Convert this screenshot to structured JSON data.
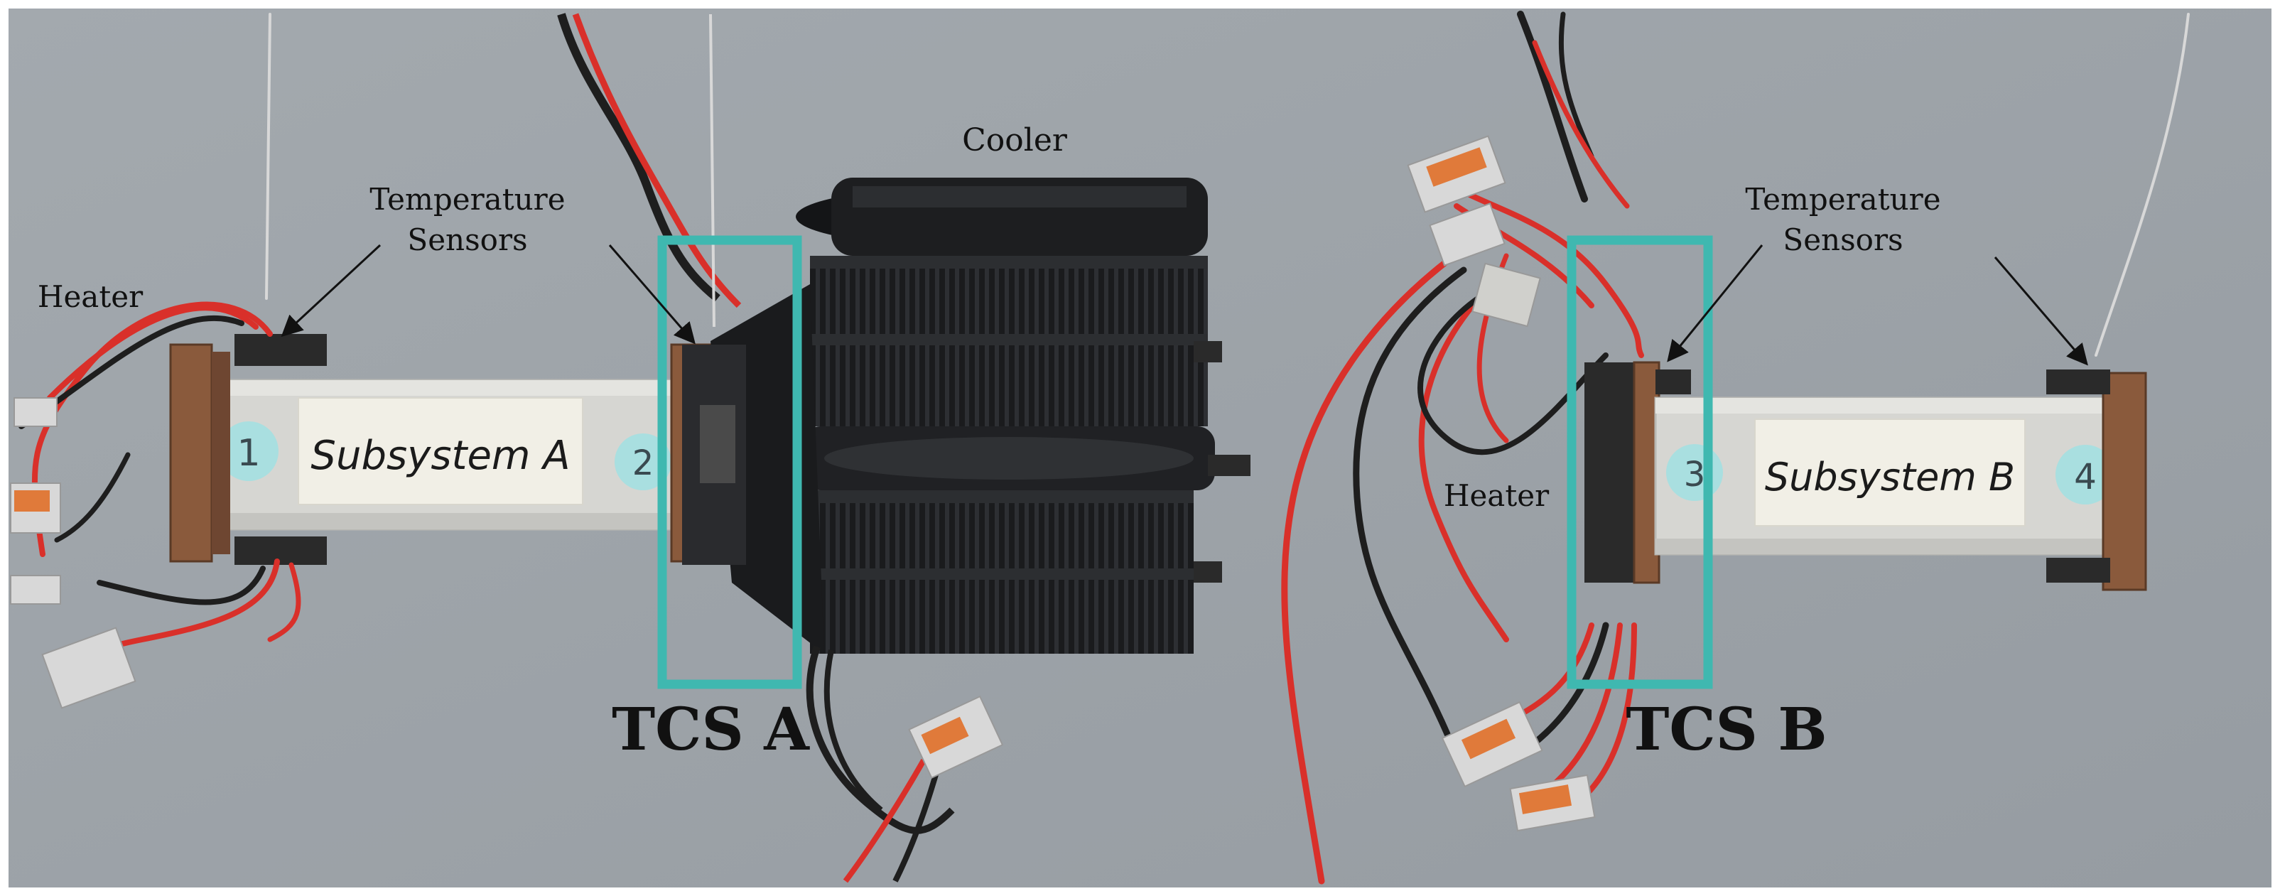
{
  "labels": {
    "heater_left": "Heater",
    "sensors_left_1": "Temperature",
    "sensors_left_2": "Sensors",
    "cooler": "Cooler",
    "sensors_right_1": "Temperature",
    "sensors_right_2": "Sensors",
    "heater_right": "Heater",
    "tcs_a": "TCS A",
    "tcs_b": "TCS B"
  },
  "bar_a": {
    "label": "Subsystem A",
    "marker_left": "1",
    "marker_right": "2"
  },
  "bar_b": {
    "label": "Subsystem B",
    "marker_left": "3",
    "marker_right": "4"
  },
  "colors": {
    "background": "#9da3a9",
    "frame": "#ffffff",
    "highlight_box": "#3fb8b0",
    "wire_red": "#d9302a",
    "wire_black": "#1e1e1e",
    "aluminium": "#d6d6d2",
    "copper": "#8a5a3c",
    "cooler_body": "#1c1d1f",
    "marker_dot": "#a9dfe0"
  },
  "icons": [
    "arrow-icon",
    "connector-icon"
  ]
}
